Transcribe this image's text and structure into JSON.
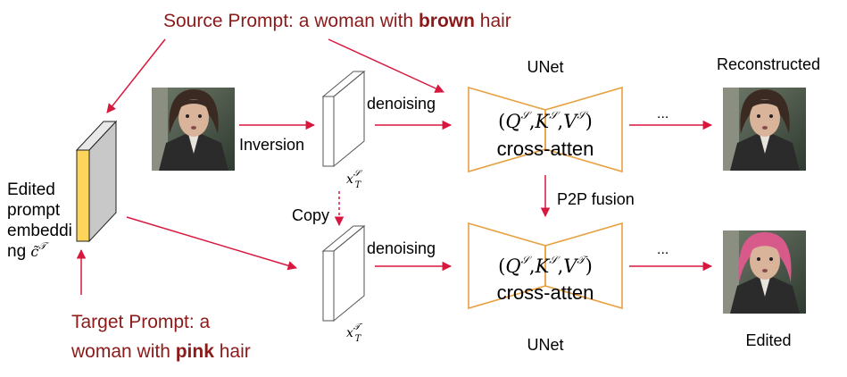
{
  "source_prompt": {
    "prefix": "Source Prompt: a woman with ",
    "bold": "brown",
    "suffix": " hair"
  },
  "target_prompt": {
    "line1": "Target Prompt: a",
    "line2_prefix": "woman with ",
    "bold": "pink",
    "suffix": " hair"
  },
  "embedding_label": {
    "lines": [
      "Edited",
      "prompt",
      "embeddi",
      "ng "
    ],
    "symbol": "c̃",
    "superscript": "𝒯"
  },
  "inversion_label": "Inversion",
  "copy_label": "Copy",
  "denoising_label": "denoising",
  "unet_label": "UNet",
  "p2p_label": "P2P fusion",
  "cross_atten_label": "cross-atten",
  "ellipsis": "...",
  "reconstructed_label": "Reconstructed",
  "edited_label": "Edited",
  "latent_symbol": "x",
  "latent_sub": "T",
  "latent_src_sup": "𝒮",
  "latent_tgt_sup": "𝒯",
  "qkv_top": {
    "q": "Q",
    "k": "K",
    "v": "V",
    "q_sup": "𝒮",
    "k_sup": "𝒮",
    "v_sup": "𝒮"
  },
  "qkv_bottom": {
    "q": "Q",
    "k": "K",
    "v": "V",
    "q_sup": "𝒮",
    "k_sup": "𝒮",
    "v_sup": "𝒯"
  },
  "colors": {
    "arrow": "#d8173e",
    "prompt_text": "#8b1a1a",
    "unet": "#e8a040",
    "embedding_face": "#ffd45a",
    "embedding_side": "#c8c8c8",
    "pink_hair": "#d85a8a",
    "brown_hair": "#3a2a22"
  }
}
